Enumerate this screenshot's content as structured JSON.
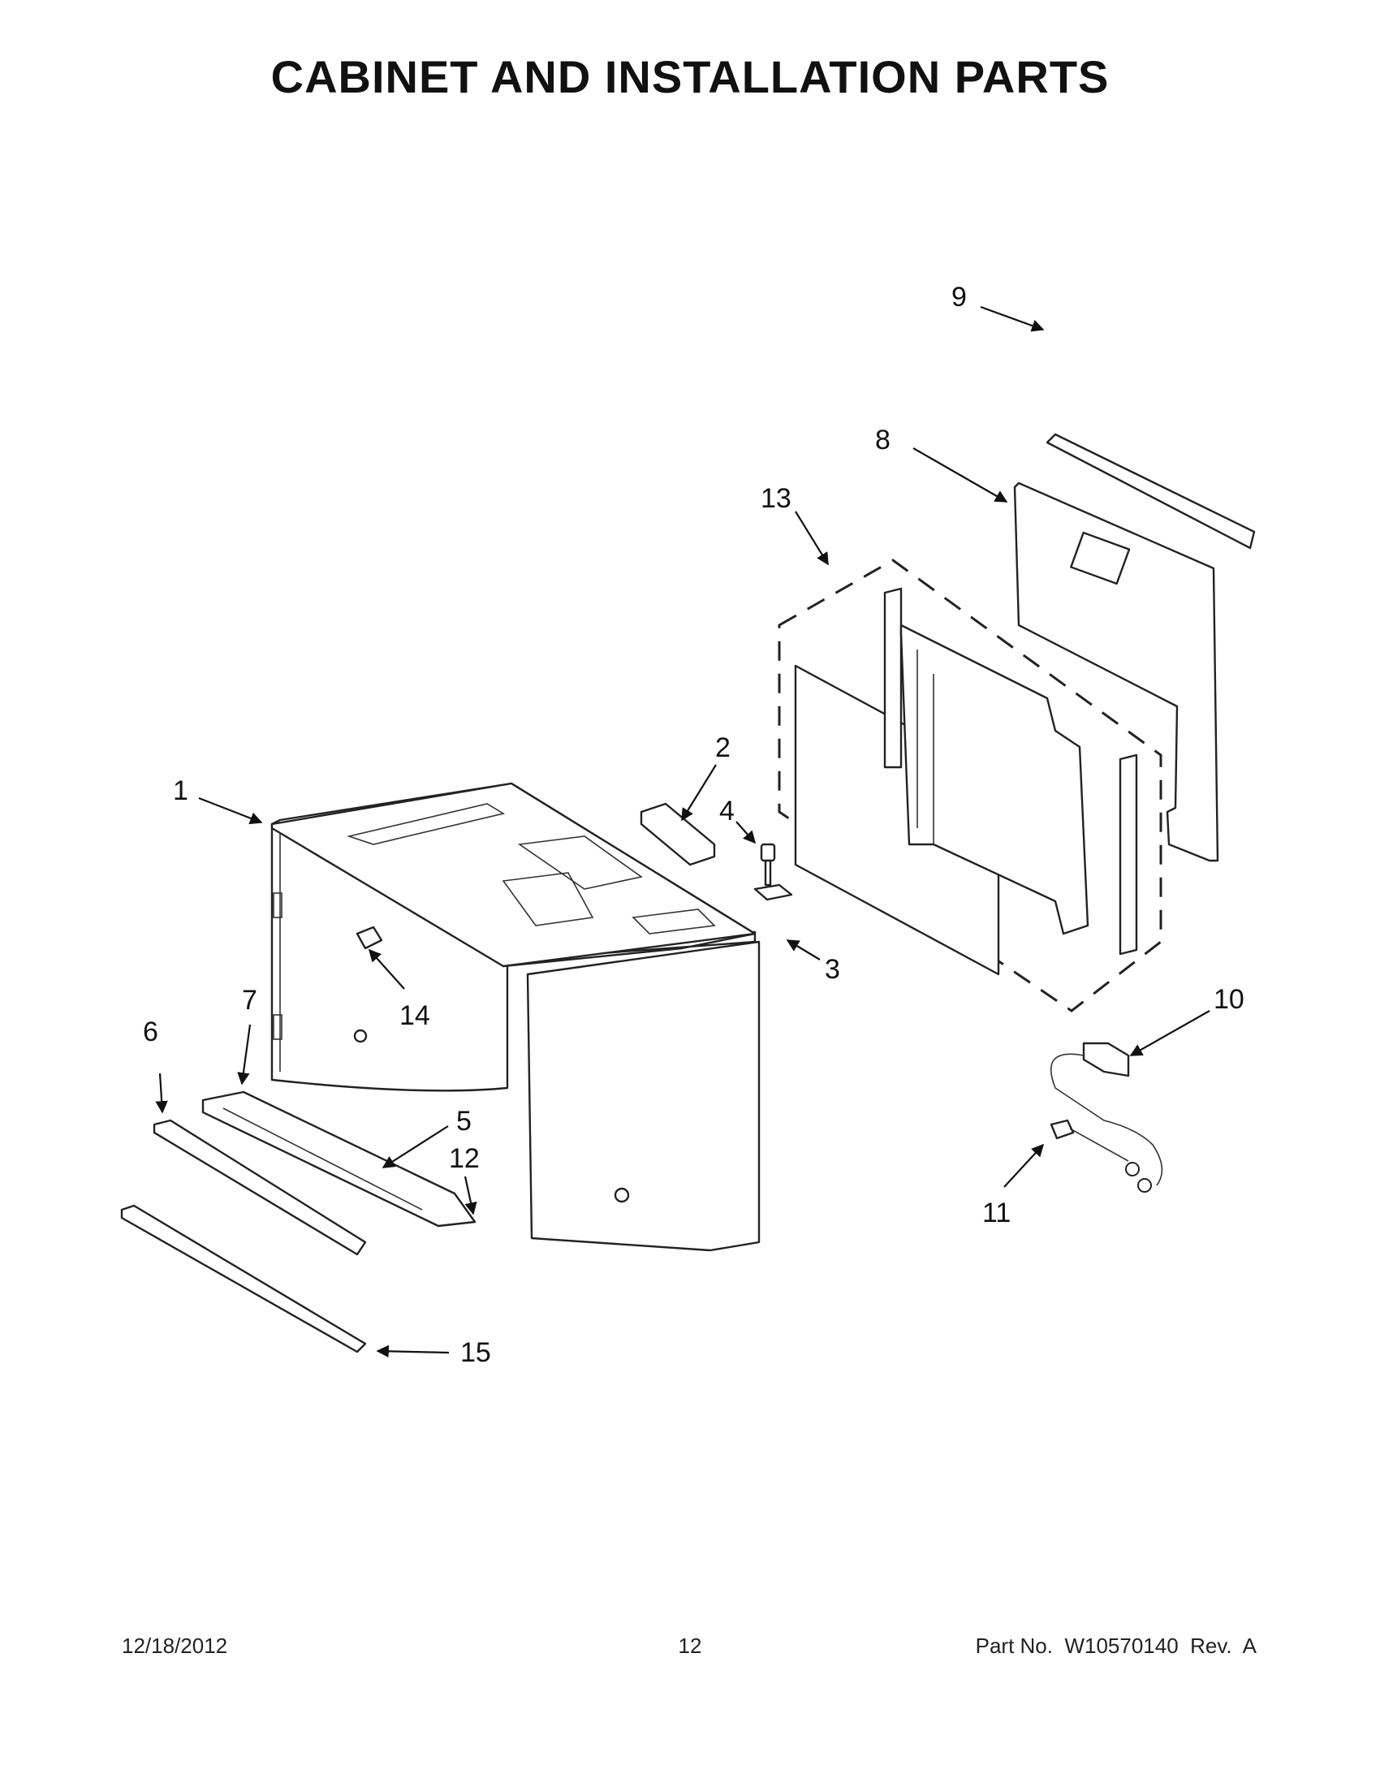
{
  "title": "CABINET AND INSTALLATION PARTS",
  "callouts": [
    {
      "number": "1"
    },
    {
      "number": "2"
    },
    {
      "number": "3"
    },
    {
      "number": "4"
    },
    {
      "number": "5"
    },
    {
      "number": "6"
    },
    {
      "number": "7"
    },
    {
      "number": "8"
    },
    {
      "number": "9"
    },
    {
      "number": "10"
    },
    {
      "number": "11"
    },
    {
      "number": "12"
    },
    {
      "number": "13"
    },
    {
      "number": "14"
    },
    {
      "number": "15"
    }
  ],
  "footer": {
    "date": "12/18/2012",
    "page": "12",
    "part_number": "Part No.  W10570140  Rev.  A"
  }
}
